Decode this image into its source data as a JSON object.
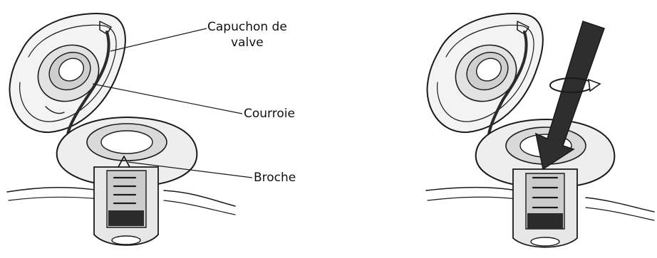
{
  "labels": {
    "valve_cap_line1": "Capuchon de",
    "valve_cap_line2": "valve",
    "strap": "Courroie",
    "pin": "Broche"
  },
  "colors": {
    "ink": "#1a1a1a",
    "shade": "#bdbdbd",
    "dark": "#2b2b2b",
    "background": "#ffffff"
  },
  "icons": {
    "action_arrow": "down-arrow-icon",
    "rotation": "rotate-arrow-icon"
  }
}
